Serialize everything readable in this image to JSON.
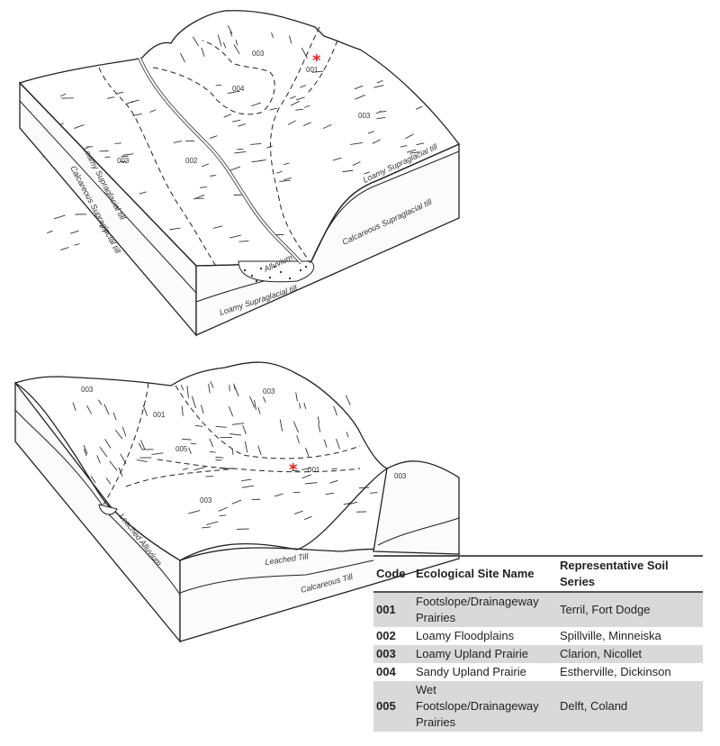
{
  "top_diagram": {
    "units": {
      "u003_hill": "003",
      "u001": "001",
      "u004": "004",
      "u003_right": "003",
      "u003_left": "003",
      "u002": "002"
    },
    "layers": {
      "left_upper": "Loamy Supraglacial till",
      "left_lower": "Calcareous Supraglacial till",
      "right_upper": "Loamy Supraglacial till",
      "right_lower": "Calcareous Supraglacial till",
      "alluvium": "Alluvium",
      "front": "Loamy Supraglacial till"
    },
    "marker_color": "#e02020"
  },
  "bottom_diagram": {
    "units": {
      "u003_left": "003",
      "u001_left": "001",
      "u003_hill": "003",
      "u005": "005",
      "u001": "001",
      "u003_right": "003",
      "u003_front": "003"
    },
    "layers": {
      "alluvium": "Leached Alluvium",
      "leached": "Leached Till",
      "calcareous": "Calcareous Till"
    },
    "marker_color": "#e02020"
  },
  "table": {
    "headers": {
      "code": "Code",
      "name": "Ecological Site Name",
      "series": "Representative Soil Series"
    },
    "rows": [
      {
        "code": "001",
        "name": "Footslope/Drainageway Prairies",
        "series": "Terril, Fort Dodge"
      },
      {
        "code": "002",
        "name": "Loamy Floodplains",
        "series": "Spillville, Minneiska"
      },
      {
        "code": "003",
        "name": "Loamy Upland Prairie",
        "series": "Clarion, Nicollet"
      },
      {
        "code": "004",
        "name": "Sandy Upland Prairie",
        "series": "Estherville, Dickinson"
      },
      {
        "code": "005",
        "name": "Wet Footslope/Drainageway Prairies",
        "series": "Delft, Coland"
      }
    ],
    "shade_color": "#d9d9d9"
  }
}
